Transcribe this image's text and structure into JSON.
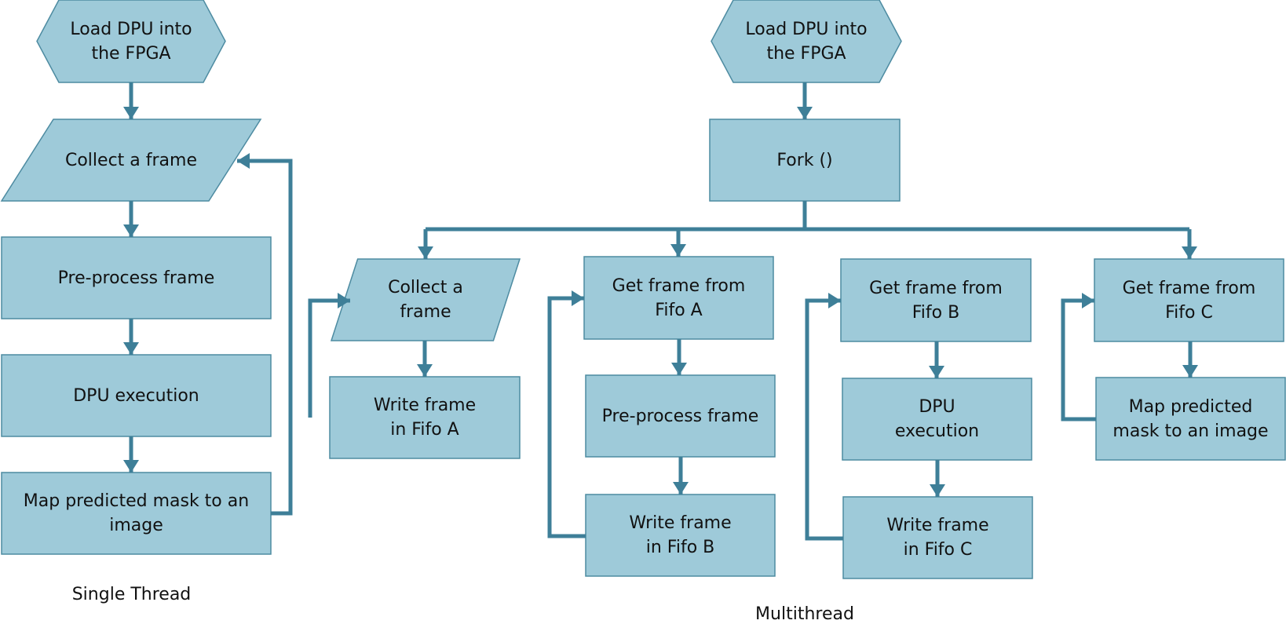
{
  "colors": {
    "node_fill": "#9ecad9",
    "node_stroke": "#4d8ba1",
    "connector": "#3e7f98",
    "text": "#111111"
  },
  "single_thread": {
    "caption": "Single Thread",
    "nodes": [
      {
        "id": "s_load",
        "shape": "hexagon",
        "label": "Load DPU into\nthe FPGA"
      },
      {
        "id": "s_collect",
        "shape": "parallelogram",
        "label": "Collect a frame"
      },
      {
        "id": "s_pre",
        "shape": "rect",
        "label": "Pre-process frame"
      },
      {
        "id": "s_dpu",
        "shape": "rect",
        "label": "DPU execution"
      },
      {
        "id": "s_map",
        "shape": "rect",
        "label": "Map predicted mask to an\nimage"
      }
    ]
  },
  "multithread": {
    "caption": "Multithread",
    "nodes": [
      {
        "id": "m_load",
        "shape": "hexagon",
        "label": "Load DPU into\nthe FPGA"
      },
      {
        "id": "m_fork",
        "shape": "rect",
        "label": "Fork ()"
      },
      {
        "id": "a_collect",
        "shape": "parallelogram",
        "label": "Collect a\nframe"
      },
      {
        "id": "a_write",
        "shape": "rect",
        "label": "Write frame\nin Fifo A"
      },
      {
        "id": "b_get",
        "shape": "rect",
        "label": "Get frame from\nFifo A"
      },
      {
        "id": "b_pre",
        "shape": "rect",
        "label": "Pre-process frame"
      },
      {
        "id": "b_write",
        "shape": "rect",
        "label": "Write frame\nin Fifo B"
      },
      {
        "id": "c_get",
        "shape": "rect",
        "label": "Get frame from\nFifo B"
      },
      {
        "id": "c_dpu",
        "shape": "rect",
        "label": "DPU\nexecution"
      },
      {
        "id": "c_write",
        "shape": "rect",
        "label": "Write frame\nin Fifo C"
      },
      {
        "id": "d_get",
        "shape": "rect",
        "label": "Get frame from\nFifo C"
      },
      {
        "id": "d_map",
        "shape": "rect",
        "label": "Map predicted\nmask to an image"
      }
    ]
  }
}
